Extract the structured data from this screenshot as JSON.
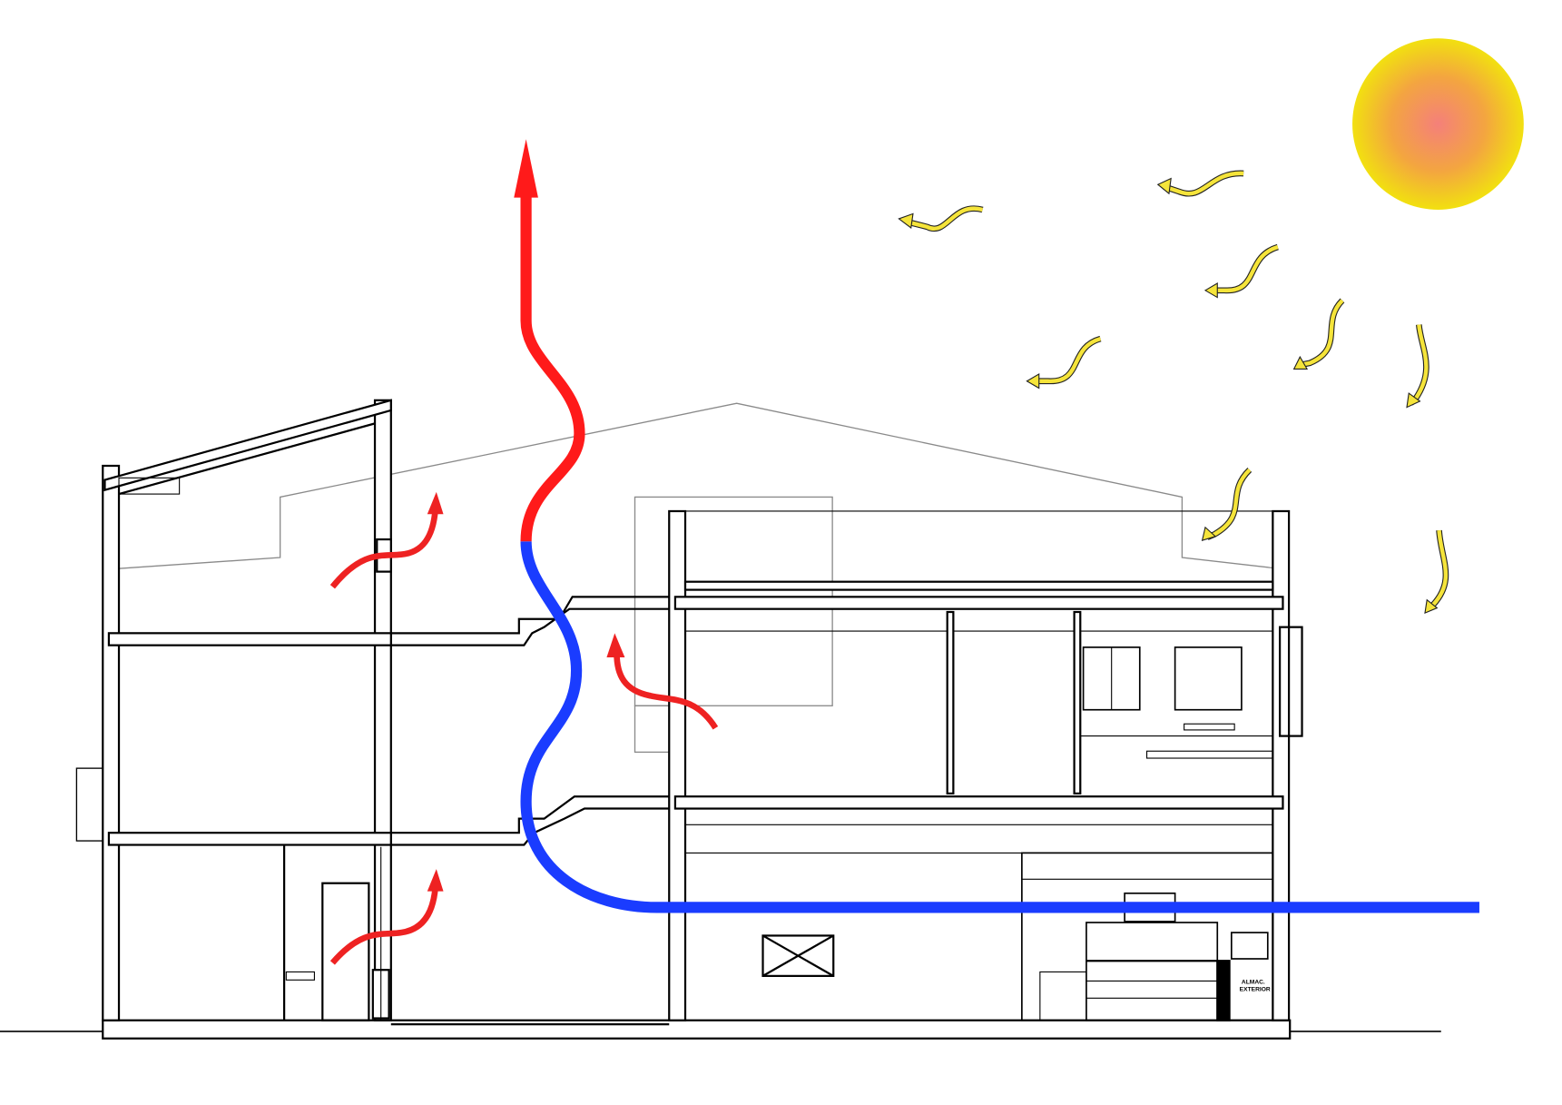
{
  "diagram": {
    "type": "architectural section - natural ventilation",
    "labels": {
      "storage_line1": "ALMAC.",
      "storage_line2": "EXTERIOR"
    },
    "colors": {
      "hot_air": "#ff1a1a",
      "cool_air": "#1a3cff",
      "sun_core": "#f4807a",
      "sun_edge": "#f2e010",
      "solar_rays": "#f5e43a",
      "structure": "#000000",
      "outline": "#8a8a8a"
    }
  }
}
